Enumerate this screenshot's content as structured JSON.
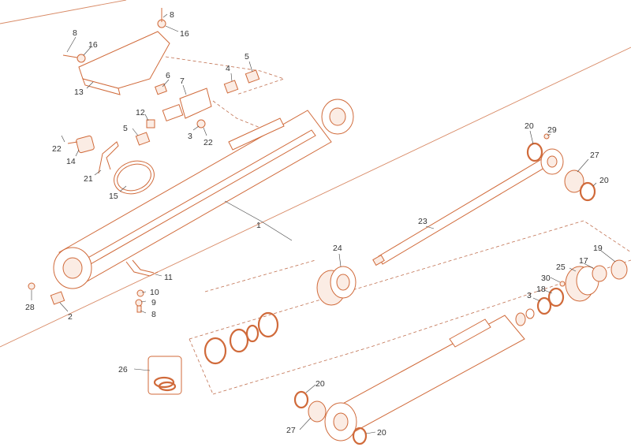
{
  "colors": {
    "line": "#d06a3a",
    "fill": "#fbece4",
    "label": "#333333",
    "background": "#ffffff"
  },
  "callouts": {
    "c1": "1",
    "c2": "2",
    "c3a": "3",
    "c3b": "3",
    "c4": "4",
    "c5a": "5",
    "c5b": "5",
    "c6": "6",
    "c7": "7",
    "c8a": "8",
    "c8b": "8",
    "c8c": "8",
    "c9": "9",
    "c10": "10",
    "c11": "11",
    "c12": "12",
    "c13": "13",
    "c14": "14",
    "c15": "15",
    "c16a": "16",
    "c16b": "16",
    "c17": "17",
    "c18": "18",
    "c19": "19",
    "c20a": "20",
    "c20b": "20",
    "c20c": "20",
    "c20d": "20",
    "c21": "21",
    "c22a": "22",
    "c22b": "22",
    "c23": "23",
    "c24": "24",
    "c25": "25",
    "c26": "26",
    "c27a": "27",
    "c27b": "27",
    "c28": "28",
    "c29": "29",
    "c30": "30"
  }
}
